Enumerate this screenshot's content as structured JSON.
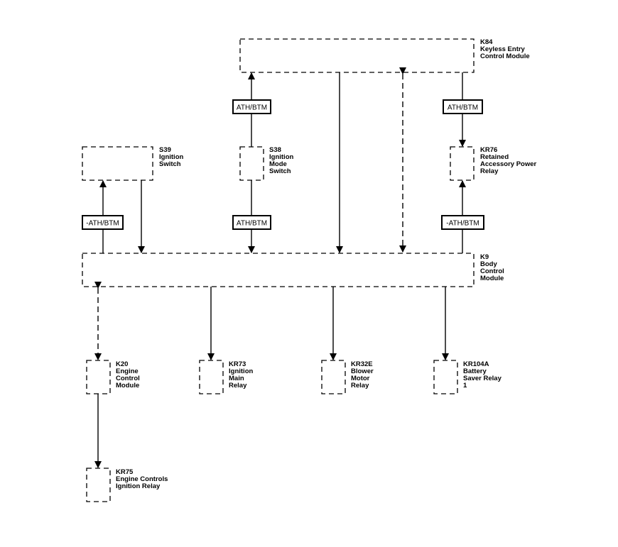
{
  "tag_ath_btm": "ATH/BTM",
  "tag_neg_ath_btm": "-ATH/BTM",
  "components": {
    "k84": [
      "K84",
      "Keyless Entry",
      "Control Module"
    ],
    "s39": [
      "S39",
      "Ignition",
      "Switch"
    ],
    "s38": [
      "S38",
      "Ignition",
      "Mode",
      "Switch"
    ],
    "kr76": [
      "KR76",
      "Retained",
      "Accessory Power",
      "Relay"
    ],
    "k9": [
      "K9",
      "Body",
      "Control",
      "Module"
    ],
    "k20": [
      "K20",
      "Engine",
      "Control",
      "Module"
    ],
    "kr73": [
      "KR73",
      "Ignition",
      "Main",
      "Relay"
    ],
    "kr32e": [
      "KR32E",
      "Blower",
      "Motor",
      "Relay"
    ],
    "kr104a": [
      "KR104A",
      "Battery",
      "Saver Relay",
      "1"
    ],
    "kr75": [
      "KR75",
      "Engine Controls",
      "Ignition Relay"
    ]
  }
}
